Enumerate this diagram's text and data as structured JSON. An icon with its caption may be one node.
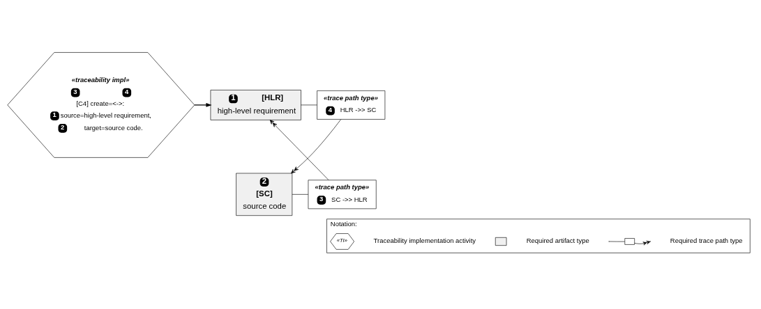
{
  "diagram": {
    "nodes": [
      {
        "text": [
          "«traceability impl»",
          "3",
          "4",
          "[C4] create=<->:",
          "1",
          "source=high-level requirement,",
          "2",
          "target=source code."
        ]
      },
      {
        "text": [
          "1",
          "[HLR]",
          "high-level requirement"
        ]
      },
      {
        "text": [
          "«trace path type»",
          "4",
          "HLR ->> SC"
        ]
      },
      {
        "text": [
          "«trace path type»",
          "3",
          "SC ->> HLR"
        ]
      },
      {
        "text": [
          "2",
          "[SC]",
          "source code"
        ]
      },
      {
        "text": [
          "Notation:"
        ]
      }
    ],
    "edges": [
      {
        "from": 0,
        "to": 1,
        "arrow": "to"
      },
      {
        "from": 1,
        "to": 2,
        "arrow": "none"
      },
      {
        "from": 2,
        "to": 4,
        "arrow": "to"
      },
      {
        "from": 4,
        "to": 3,
        "arrow": "none"
      },
      {
        "from": 3,
        "to": 1,
        "arrow": "to"
      }
    ],
    "labels": [
      "«TI»"
    ],
    "legend": [
      {
        "text": "Traceability implementation activity"
      },
      {
        "text": "Required artifact type",
        "color": "#f0f0f0"
      },
      {
        "text": "Required trace path type"
      }
    ]
  }
}
